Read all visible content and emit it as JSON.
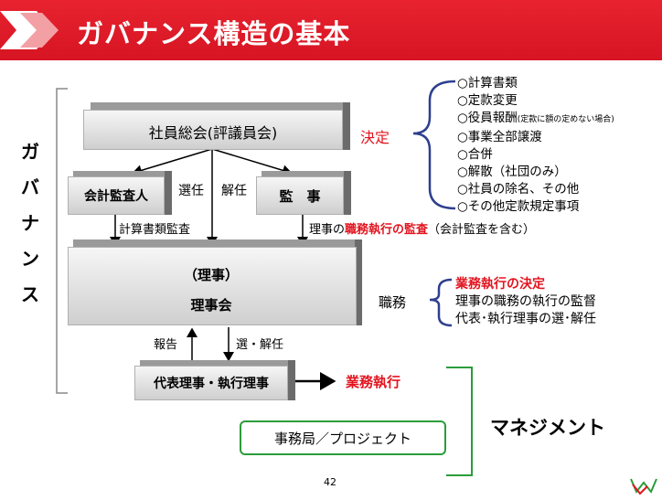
{
  "title": "ガバナンス構造の基本",
  "governance_label": [
    "ガ",
    "バ",
    "ナ",
    "ン",
    "ス"
  ],
  "management_label": "マネジメント",
  "boxes": {
    "general_meeting": "社員総会(評議員会)",
    "auditor_accountant": "会計監査人",
    "auditor": "監　事",
    "board_top": "（理事）",
    "board_bottom": "理事会",
    "representative": "代表理事・執行理事",
    "secretariat": "事務局／プロジェクト"
  },
  "labels": {
    "decision": "決定",
    "appoint": "選任",
    "dismiss": "解任",
    "audit_docs": "計算書類監査",
    "director_audit_prefix": "理事の",
    "director_audit_red": "職務執行の監査",
    "director_audit_suffix": "（会計監査を含む）",
    "duties": "職務",
    "report": "報告",
    "appoint_dismiss": "選・解任",
    "execution": "業務執行"
  },
  "decision_items": [
    {
      "main": "○計算書類",
      "note": ""
    },
    {
      "main": "○定款変更",
      "note": ""
    },
    {
      "main": "○役員報酬",
      "note": "(定款に額の定めない場合)"
    },
    {
      "main": "○事業全部譲渡",
      "note": ""
    },
    {
      "main": "○合併",
      "note": ""
    },
    {
      "main": "○解散（社団のみ）",
      "note": ""
    },
    {
      "main": "○社員の除名、その他",
      "note": ""
    },
    {
      "main": "○その他定款規定事項",
      "note": ""
    }
  ],
  "duties_items": {
    "first_red": "業務執行の決定",
    "rest": [
      "理事の職務の執行の監督",
      "代表･執行理事の選･解任"
    ]
  },
  "page_number": "42",
  "colors": {
    "accent_red": "#e2141f",
    "brace_blue": "#2e3f8f",
    "brace_green": "#2a9d3a"
  }
}
